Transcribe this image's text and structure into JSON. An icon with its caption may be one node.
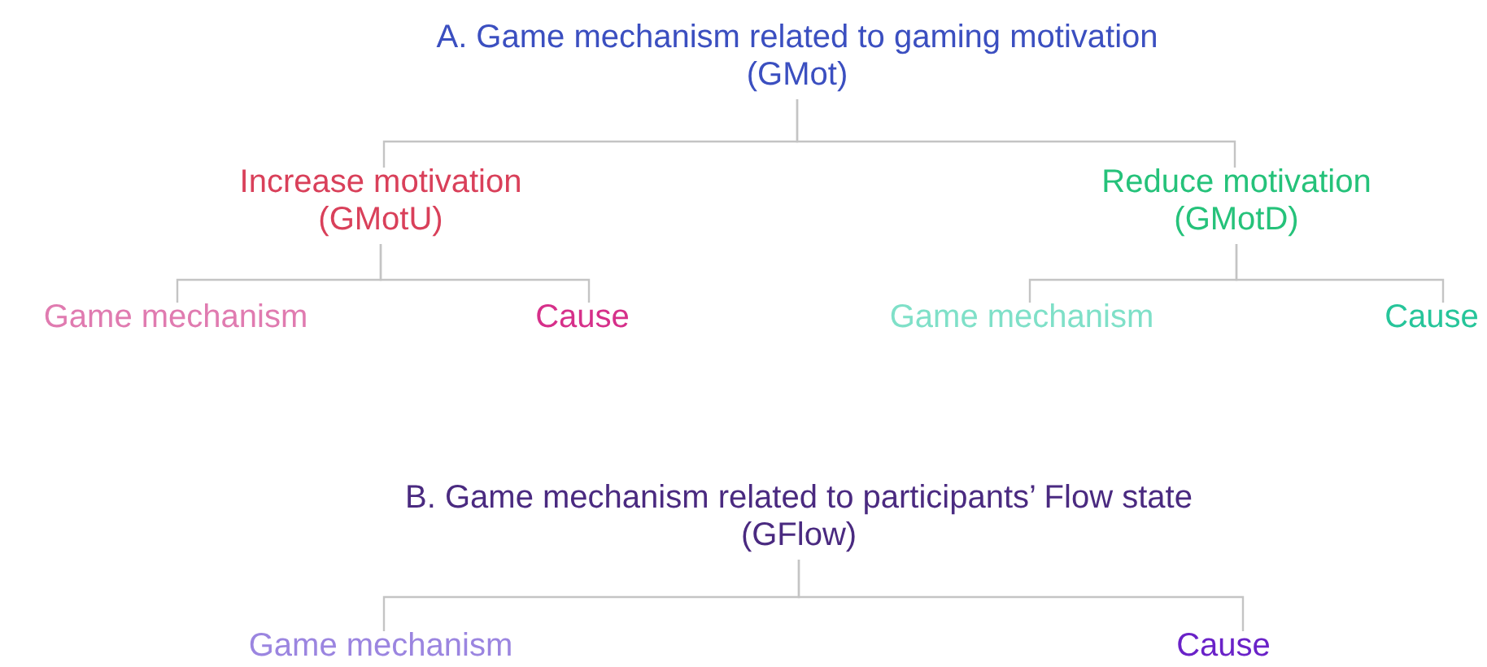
{
  "diagram": {
    "nodes": [
      {
        "text": [
          "A. Game mechanism related to gaming motivation",
          "(GMot)"
        ]
      },
      {
        "text": [
          "Increase motivation",
          "(GMotU)"
        ]
      },
      {
        "text": [
          "Reduce motivation",
          "(GMotD)"
        ]
      },
      {
        "text": [
          "Game mechanism"
        ]
      },
      {
        "text": [
          "Cause"
        ]
      },
      {
        "text": [
          "Game mechanism"
        ]
      },
      {
        "text": [
          "Cause"
        ]
      },
      {
        "text": [
          "B. Game mechanism related to participants’ Flow state",
          "(GFlow)"
        ]
      },
      {
        "text": [
          "Game mechanism"
        ]
      },
      {
        "text": [
          "Cause"
        ]
      }
    ],
    "edges": [
      {
        "from": 0,
        "to": 1,
        "arrow": "none"
      },
      {
        "from": 0,
        "to": 2,
        "arrow": "none"
      },
      {
        "from": 1,
        "to": 3,
        "arrow": "none"
      },
      {
        "from": 1,
        "to": 4,
        "arrow": "none"
      },
      {
        "from": 2,
        "to": 5,
        "arrow": "none"
      },
      {
        "from": 2,
        "to": 6,
        "arrow": "none"
      },
      {
        "from": 7,
        "to": 8,
        "arrow": "none"
      },
      {
        "from": 7,
        "to": 9,
        "arrow": "none"
      }
    ]
  }
}
